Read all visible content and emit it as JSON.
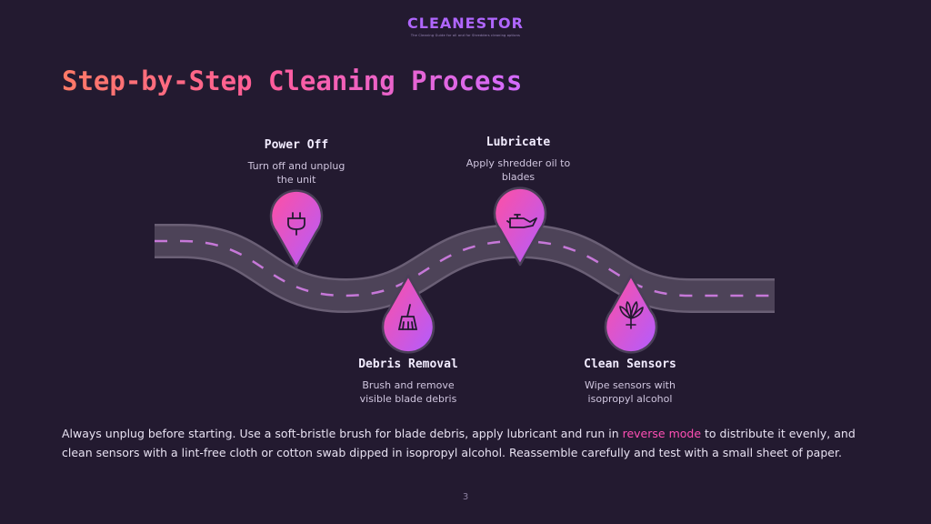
{
  "brand": {
    "name": "CLEANESTOR",
    "tagline": "The Cleaning Guide for all and for Shredders cleaning options"
  },
  "title": "Step-by-Step Cleaning Process",
  "steps": [
    {
      "title": "Power Off",
      "desc": "Turn off and unplug the unit",
      "icon": "plug-icon"
    },
    {
      "title": "Debris Removal",
      "desc": "Brush and remove visible blade debris",
      "icon": "broom-icon"
    },
    {
      "title": "Lubricate",
      "desc": "Apply shredder oil to blades",
      "icon": "oil-can-icon"
    },
    {
      "title": "Clean Sensors",
      "desc": "Wipe sensors with isopropyl alcohol",
      "icon": "flower-icon"
    }
  ],
  "body": {
    "before": "Always unplug before starting. Use a soft-bristle brush for blade debris, apply lubricant and run in ",
    "highlight": "reverse mode",
    "after": " to distribute it evenly, and clean sensors with a lint-free cloth or cotton swab dipped in isopropyl alcohol. Reassemble carefully and test with a small sheet of paper."
  },
  "page_number": "3",
  "colors": {
    "background": "#231a30",
    "road": "#4d4358",
    "road_edge": "#6a5f75",
    "dash": "#c678d8",
    "accent_pink": "#ff4fb5",
    "accent_purple": "#b25cff",
    "title_start": "#ff7a66",
    "title_end": "#d36bff"
  }
}
